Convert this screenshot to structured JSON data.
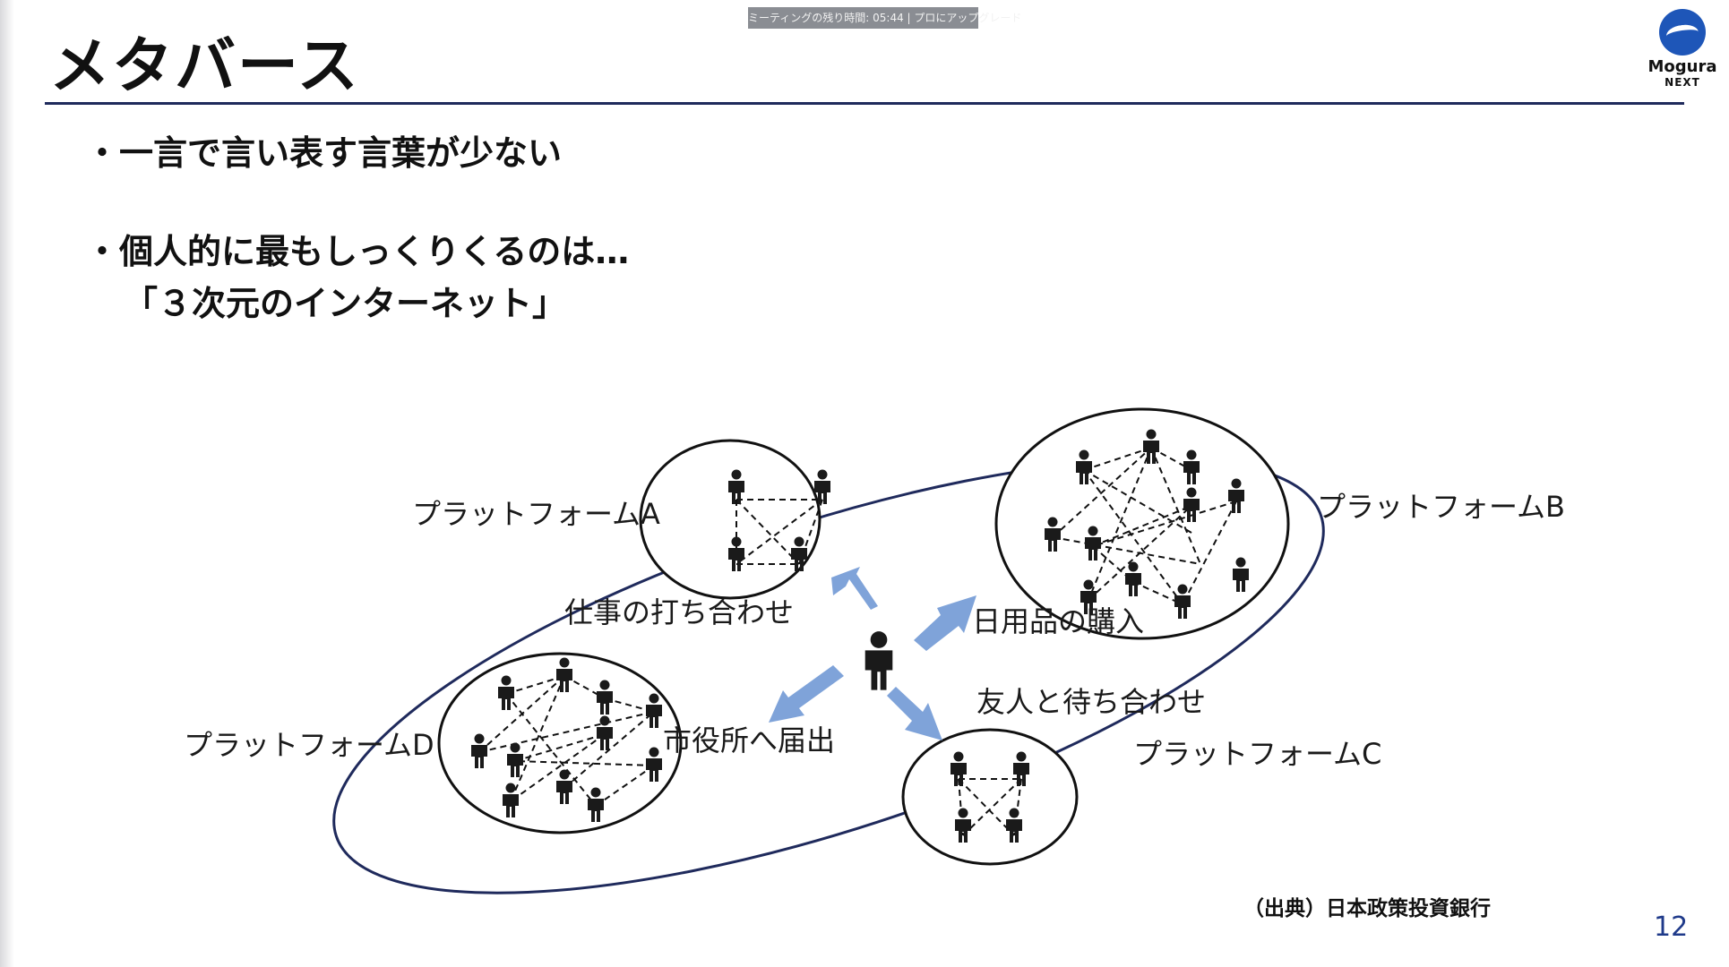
{
  "meeting_banner": "ミーティングの残り時間: 05:44 | プロにアップグレード",
  "slide": {
    "title": "メタバース",
    "bullet1": "・一言で言い表す言葉が少ない",
    "bullet2": "・個人的に最もしっくりくるのは…",
    "bullet3": "「３次元のインターネット」",
    "page_number": "12",
    "source": "（出典）日本政策投資銀行"
  },
  "logo": {
    "name": "Mogura",
    "sub": "NEXT"
  },
  "diagram": {
    "platforms": {
      "a": "プラットフォームA",
      "b": "プラットフォームB",
      "c": "プラットフォームC",
      "d": "プラットフォームD"
    },
    "activities": {
      "work": "仕事の打ち合わせ",
      "shopping": "日用品の購入",
      "friends": "友人と待ち合わせ",
      "city_hall": "市役所へ届出"
    }
  },
  "colors": {
    "ring": "#1f2a5c",
    "arrow": "#7fa3d9",
    "rule": "#1f2a5c",
    "page_number": "#1f3a8a"
  }
}
